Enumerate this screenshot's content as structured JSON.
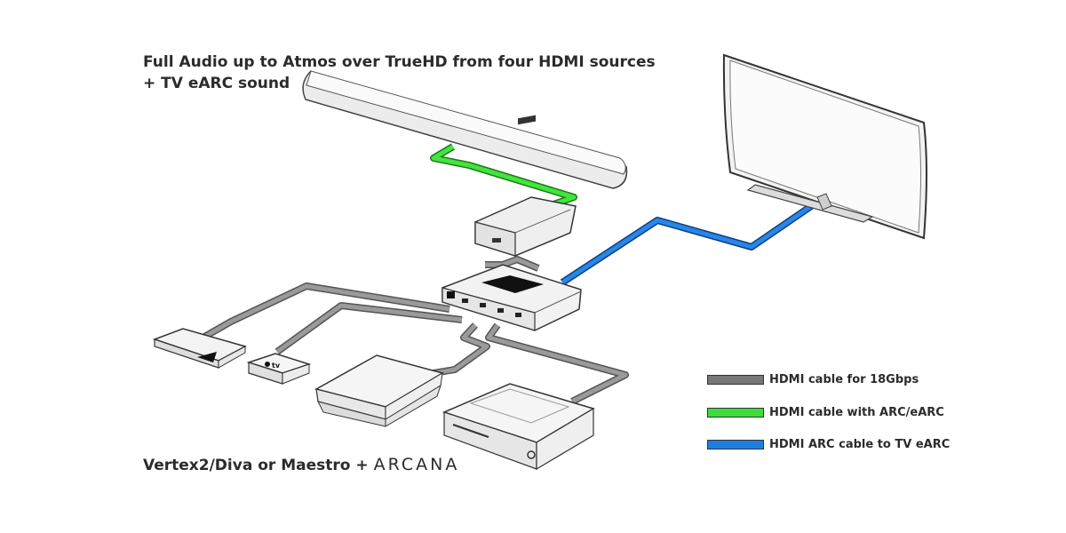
{
  "title": {
    "line1": "Full Audio up to Atmos over TrueHD from four HDMI sources",
    "line2": "+ TV eARC sound"
  },
  "subtitle": {
    "text": "Vertex2/Diva or Maestro +",
    "brand": "ARCANA"
  },
  "legend": [
    {
      "label": "HDMI cable for 18Gbps",
      "color": "#777777"
    },
    {
      "label": "HDMI cable with ARC/eARC",
      "color": "#3ddc3a"
    },
    {
      "label": "HDMI ARC cable to TV eARC",
      "color": "#1f7fe0"
    }
  ],
  "devices": {
    "apple_tv_label": "tv"
  }
}
